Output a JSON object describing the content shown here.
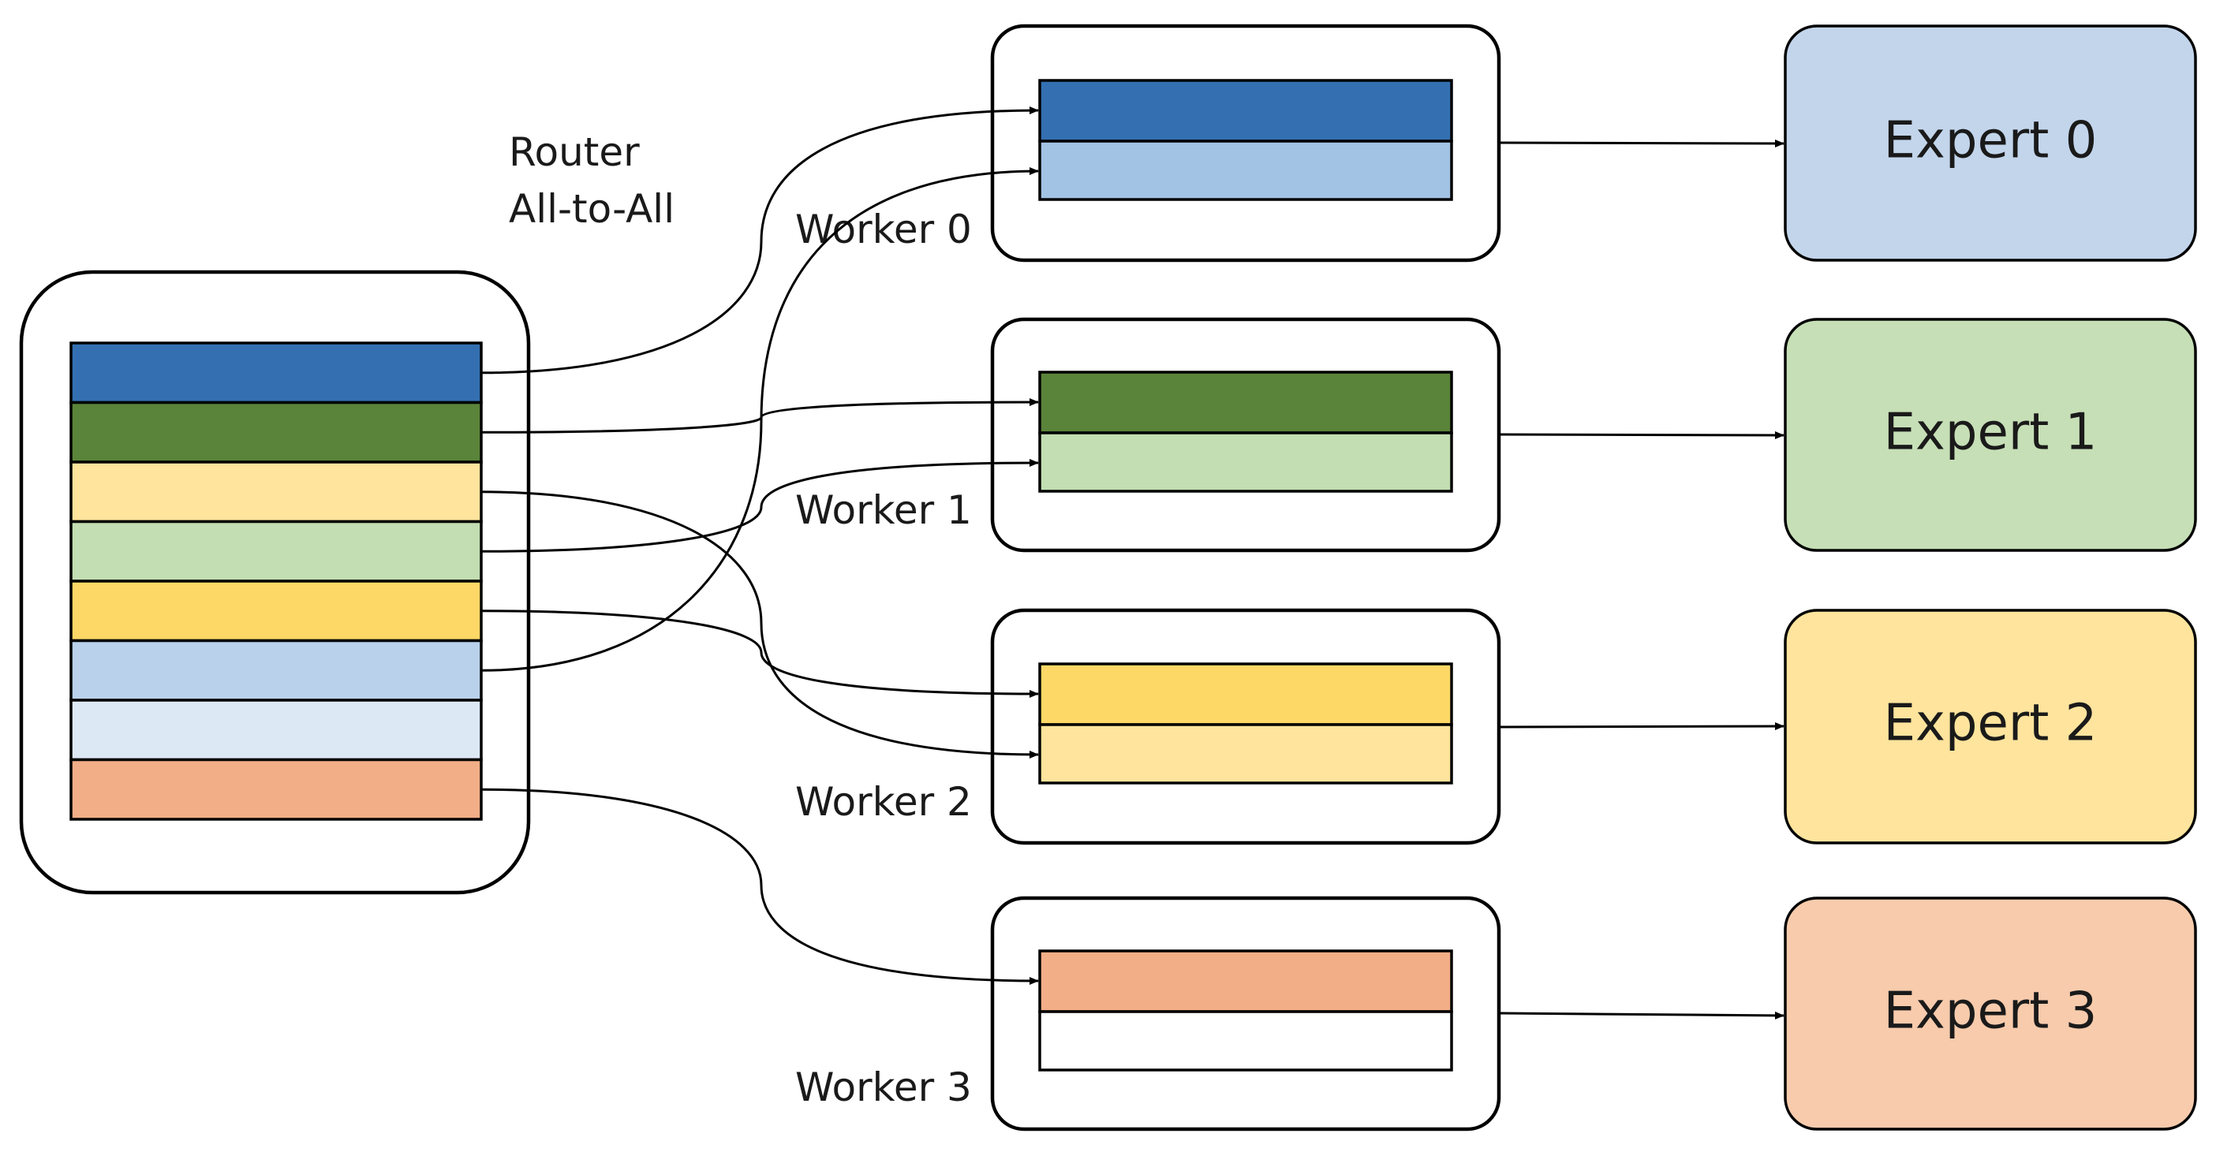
{
  "router": {
    "label_line1": "Router",
    "label_line2": "All-to-All",
    "token_colors": [
      "#3470b1",
      "#5a8439",
      "#fee49c",
      "#c2deb2",
      "#fed866",
      "#b9d1ea",
      "#dde8f5",
      "#f2ae87"
    ]
  },
  "workers": [
    {
      "label": "Worker 0",
      "slot_colors": [
        "#3470b1",
        "#a2c3e3"
      ]
    },
    {
      "label": "Worker 1",
      "slot_colors": [
        "#5a8439",
        "#c2deb2"
      ]
    },
    {
      "label": "Worker 2",
      "slot_colors": [
        "#fed866",
        "#fee49c"
      ]
    },
    {
      "label": "Worker 3",
      "slot_colors": [
        "#f2ae87",
        "#ffffff"
      ]
    }
  ],
  "experts": [
    {
      "label": "Expert 0",
      "color": "#c2d5eb"
    },
    {
      "label": "Expert 1",
      "color": "#c6dfb6"
    },
    {
      "label": "Expert 2",
      "color": "#fee49d"
    },
    {
      "label": "Expert 3",
      "color": "#f7cbac"
    }
  ],
  "routes": [
    {
      "token": 0,
      "worker": 0,
      "slot": 0
    },
    {
      "token": 1,
      "worker": 1,
      "slot": 0
    },
    {
      "token": 2,
      "worker": 2,
      "slot": 1
    },
    {
      "token": 3,
      "worker": 1,
      "slot": 1
    },
    {
      "token": 4,
      "worker": 2,
      "slot": 0
    },
    {
      "token": 5,
      "worker": 0,
      "slot": 1
    },
    {
      "token": 7,
      "worker": 3,
      "slot": 0
    }
  ]
}
